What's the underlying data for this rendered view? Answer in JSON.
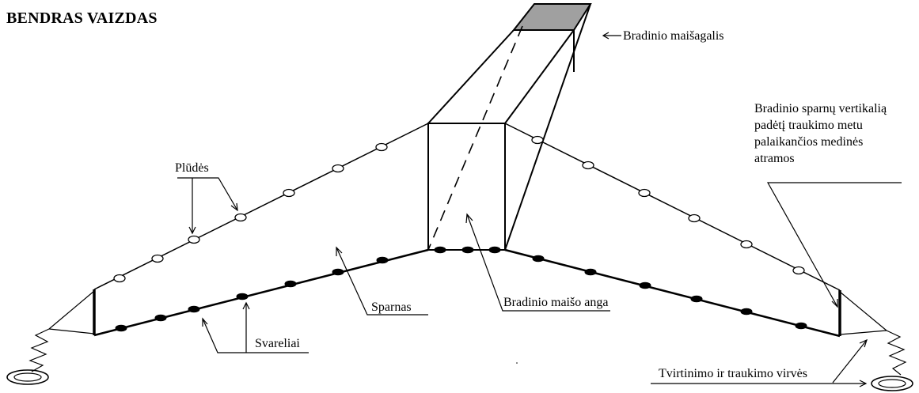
{
  "title": "BENDRAS VAIZDAS",
  "labels": {
    "cod_end": "Bradinio maišagalis",
    "supports_lines": [
      "Bradinio sparnų vertikalią",
      "padėtį traukimo metu",
      "palaikančios medinės",
      "atramos"
    ],
    "floats": "Plūdės",
    "wing": "Sparnas",
    "bag_mouth": "Bradinio maišo anga",
    "sinkers": "Svareliai",
    "ropes": "Tvirtinimo ir traukimo virvės"
  },
  "colors": {
    "line": "#000000",
    "codend_fill": "#a0a0a0",
    "float_fill": "#ffffff",
    "sinker_fill": "#000000"
  }
}
